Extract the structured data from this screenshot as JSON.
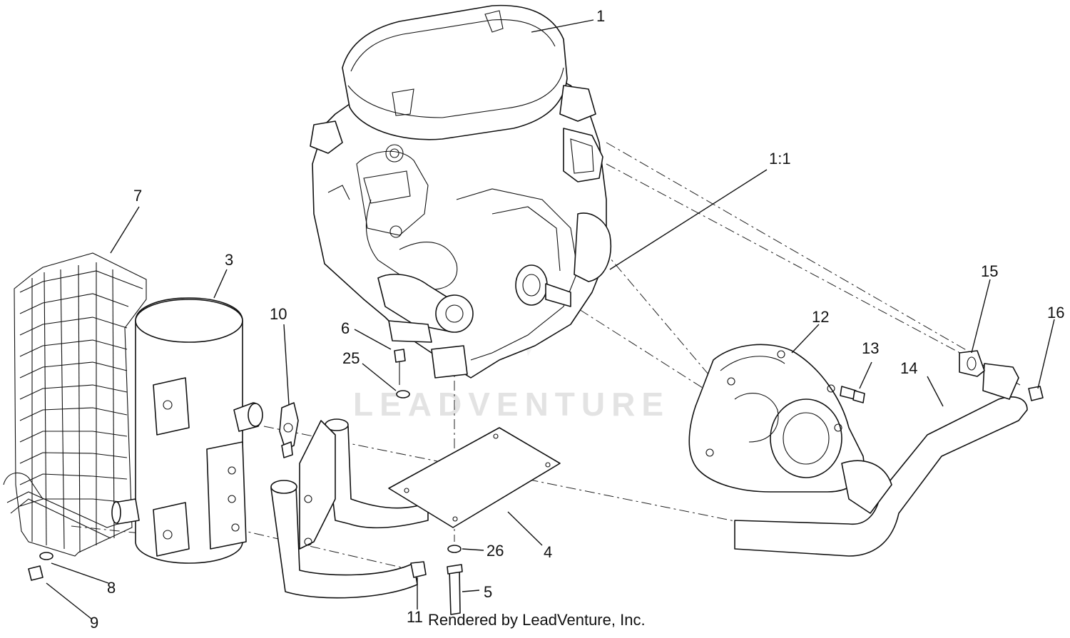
{
  "diagram": {
    "watermark": "LEADVENTURE",
    "credit": "Rendered by LeadVenture, Inc.",
    "callouts": [
      {
        "id": "c1",
        "label": "1"
      },
      {
        "id": "c1_1",
        "label": "1:1"
      },
      {
        "id": "c3",
        "label": "3"
      },
      {
        "id": "c4",
        "label": "4"
      },
      {
        "id": "c5",
        "label": "5"
      },
      {
        "id": "c6",
        "label": "6"
      },
      {
        "id": "c7",
        "label": "7"
      },
      {
        "id": "c8",
        "label": "8"
      },
      {
        "id": "c9",
        "label": "9"
      },
      {
        "id": "c10",
        "label": "10"
      },
      {
        "id": "c11",
        "label": "11"
      },
      {
        "id": "c12",
        "label": "12"
      },
      {
        "id": "c13",
        "label": "13"
      },
      {
        "id": "c14",
        "label": "14"
      },
      {
        "id": "c15",
        "label": "15"
      },
      {
        "id": "c16",
        "label": "16"
      },
      {
        "id": "c25",
        "label": "25"
      },
      {
        "id": "c26",
        "label": "26"
      }
    ]
  }
}
